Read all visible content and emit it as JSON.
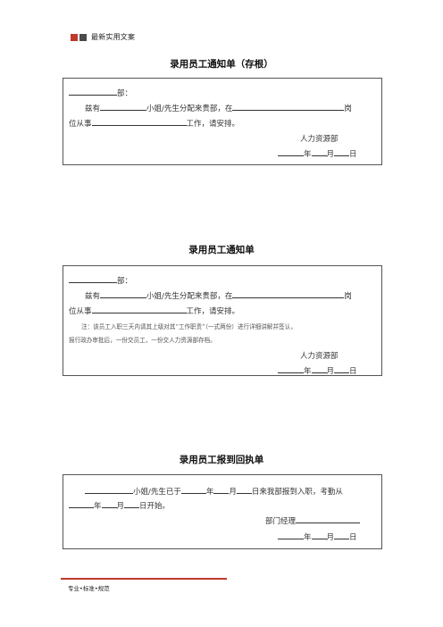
{
  "header": {
    "brand": "最新实用文案"
  },
  "form1": {
    "title": "录用员工通知单（存根）",
    "dept_suffix": "部：",
    "l2_prefix": "兹有",
    "l2_mid": "小姐/先生分配来贵部，在",
    "l2_end": "岗",
    "l3_prefix": "位从事",
    "l3_suffix": "工作，请安排。",
    "signer": "人力资源部",
    "year": "年",
    "month": "月",
    "day": "日"
  },
  "form2": {
    "title": "录用员工通知单",
    "dept_suffix": "部：",
    "l2_prefix": "兹有",
    "l2_mid": "小姐/先生分配来贵部，在",
    "l2_end": "岗",
    "l3_prefix": "位从事",
    "l3_suffix": "工作，请安排。",
    "note_line1": "注：该员工入职三天内请其上级对其“工作职责”（一式两份）进行详细讲解并签认，",
    "note_line2": "报行政办审批后，一份交员工，一份交人力资源部存档。",
    "signer": "人力资源部",
    "year": "年",
    "month": "月",
    "day": "日"
  },
  "form3": {
    "title": "录用员工报到回执单",
    "l1_a": "小姐/先生已于",
    "l1_year": "年",
    "l1_month": "月",
    "l1_b": "日来我部报到入职，考勤从",
    "l2_year": "年",
    "l2_month": "月",
    "l2_c": "日开始。",
    "manager": "部门经理",
    "year": "年",
    "month": "月",
    "day": "日"
  },
  "footer": {
    "tagline": "专业•标准•规范"
  }
}
